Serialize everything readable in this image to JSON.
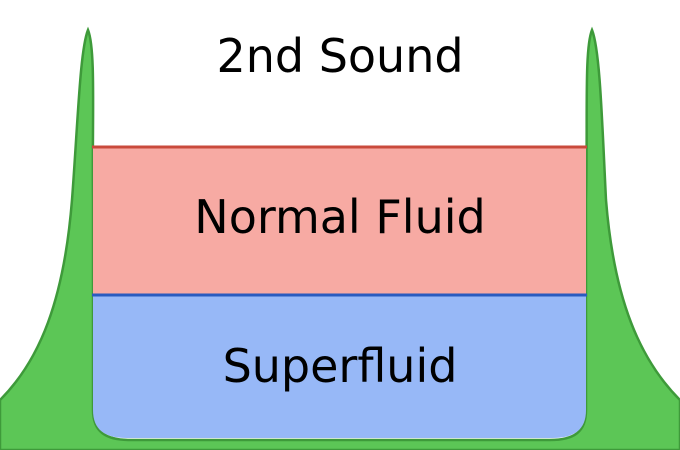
{
  "labels": {
    "second_sound": "2nd Sound",
    "normal_fluid": "Normal Fluid",
    "superfluid": "Superfluid"
  },
  "colors": {
    "container_fill": "#5cc656",
    "container_stroke": "#3e9a3a",
    "normal_fluid_fill": "#f7aaa3",
    "normal_fluid_boundary": "#c94a3c",
    "superfluid_fill": "#97b8f7",
    "superfluid_boundary": "#2a5bbf",
    "background": "#ffffff"
  }
}
